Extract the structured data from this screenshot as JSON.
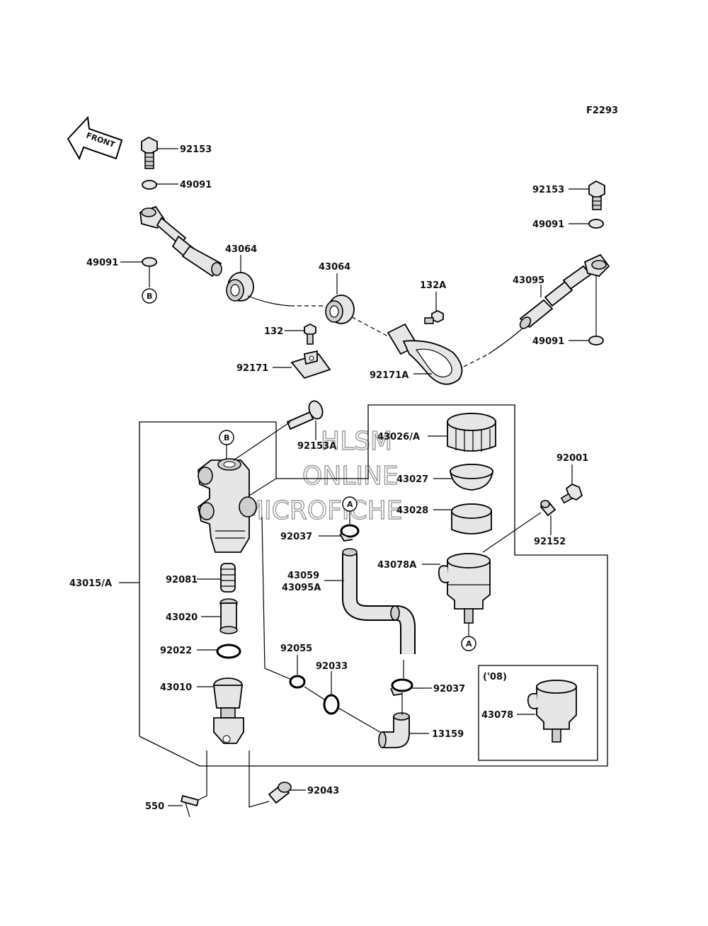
{
  "figure_code": "F2293",
  "front_arrow_label": "FRONT",
  "watermark": {
    "line1": "HLSM",
    "line2": "ONLINE",
    "line3": "MICROFICHE"
  },
  "refs": {
    "a": "A",
    "b": "B"
  },
  "variant_box": {
    "year_label": "('08)",
    "part": "43078"
  },
  "labels": {
    "p92153_left": "92153",
    "p49091_left_top": "49091",
    "p43064_left": "43064",
    "p49091_left_bottom": "49091",
    "p43064_mid": "43064",
    "p132": "132",
    "p92171": "92171",
    "p132A": "132A",
    "p92171A": "92171A",
    "p92153_right": "92153",
    "p49091_right_top": "49091",
    "p43095": "43095",
    "p49091_right_bottom": "49091",
    "p92153A": "92153A",
    "p43026A": "43026/A",
    "p43027": "43027",
    "p43028": "43028",
    "p92001": "92001",
    "p92152": "92152",
    "p92037_top": "92037",
    "p43059": "43059",
    "p43095A": "43095A",
    "p43078A": "43078A",
    "p43015A": "43015/A",
    "p92081": "92081",
    "p43020": "43020",
    "p92022": "92022",
    "p43010": "43010",
    "p92055": "92055",
    "p92033": "92033",
    "p92037_bottom": "92037",
    "p13159": "13159",
    "p550": "550",
    "p92043": "92043"
  }
}
